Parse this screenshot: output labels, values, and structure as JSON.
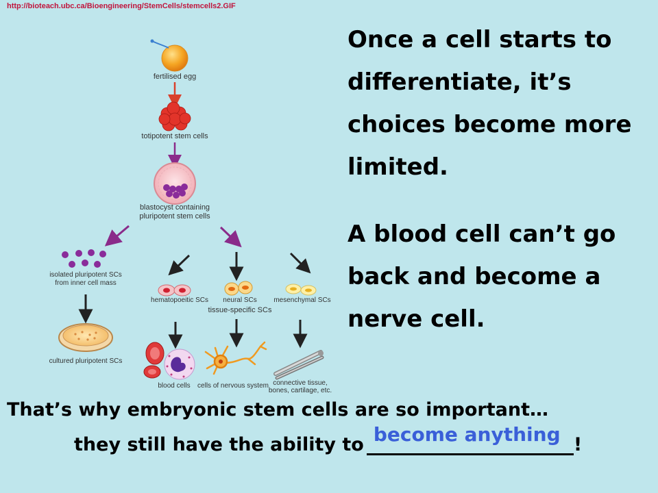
{
  "source_url": "http://bioteach.ubc.ca/Bioengineering/StemCells/stemcells2.GIF",
  "diagram": {
    "labels": {
      "fertilised_egg": "fertilised egg",
      "totipotent": "totipotent stem cells",
      "blastocyst_1": "blastocyst containing",
      "blastocyst_2": "pluripotent stem cells",
      "isolated_1": "isolated pluripotent SCs",
      "isolated_2": "from inner cell mass",
      "cultured": "cultured pluripotent SCs",
      "hematopoeitic": "hematopoeitic SCs",
      "neural": "neural SCs",
      "mesenchymal": "mesenchymal SCs",
      "tissue_specific": "tissue-specific SCs",
      "blood_cells": "blood cells",
      "nervous_cells": "cells of nervous system",
      "connective_1": "connective tissue,",
      "connective_2": "bones, cartilage, etc."
    }
  },
  "main_text": {
    "paragraph1": "Once a cell starts to differentiate, it’s choices become more limited.",
    "paragraph2": "A blood cell can’t go back and become a nerve cell."
  },
  "bottom": {
    "line1": "That’s why embryonic stem cells are so important…",
    "line2": "they still have the ability to",
    "answer": "become anything",
    "end": "!"
  }
}
